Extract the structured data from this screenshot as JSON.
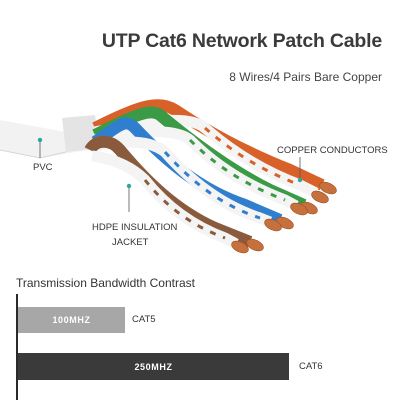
{
  "header": {
    "title": "UTP Cat6 Network Patch Cable",
    "subtitle": "8 Wires/4 Pairs Bare Copper"
  },
  "callouts": {
    "pvc": "PVC",
    "copper": "COPPER CONDUCTORS",
    "hdpe_line1": "HDPE INSULATION",
    "hdpe_line2": "JACKET"
  },
  "comparison": {
    "title": "Transmission Bandwidth Contrast",
    "bars": [
      {
        "name": "CAT5",
        "value_label": "100MHZ",
        "value_mhz": 100
      },
      {
        "name": "CAT6",
        "value_label": "250MHZ",
        "value_mhz": 250
      }
    ]
  },
  "colors": {
    "orange": "#d8612a",
    "green": "#3b9a45",
    "blue": "#2f7fce",
    "brown": "#8a5a3c",
    "copper": "#c6703e",
    "cat5_bar": "#a7a7a7",
    "cat6_bar": "#3a3a3a",
    "callout_dot": "#2aa7a0"
  }
}
